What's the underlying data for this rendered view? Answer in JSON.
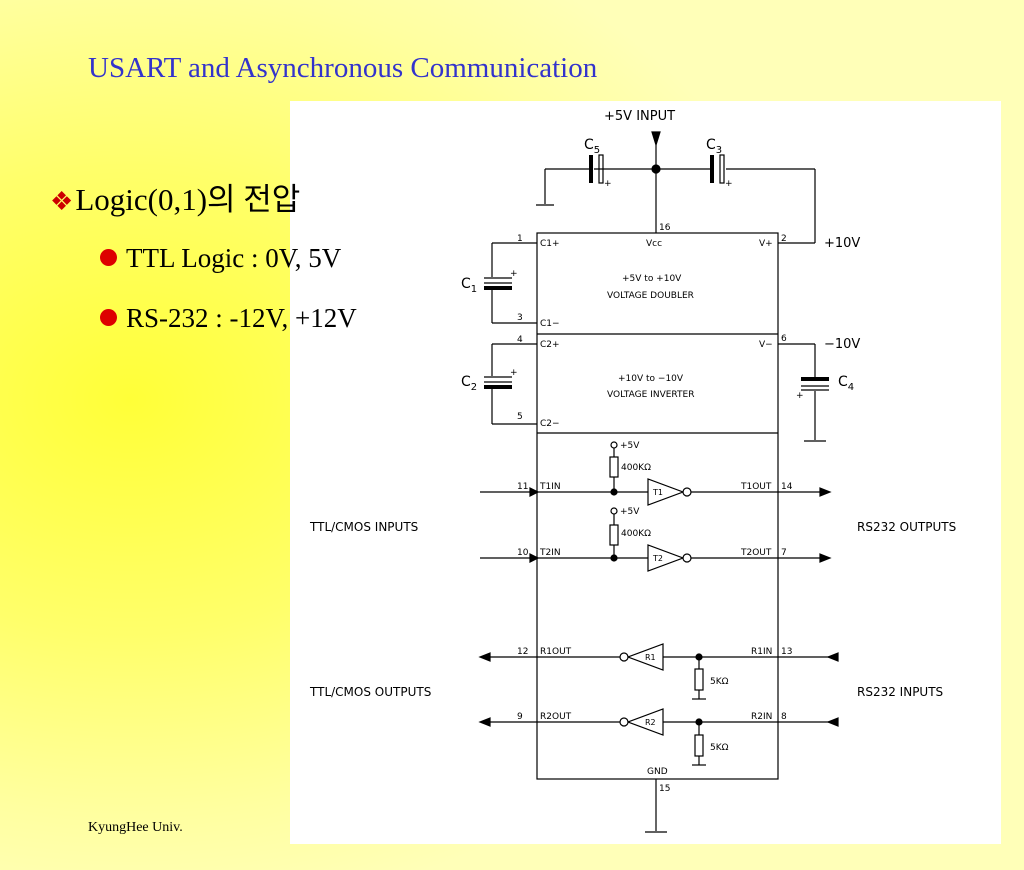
{
  "slide": {
    "title": "USART and Asynchronous Communication",
    "bullet_main": "Logic(0,1)의 전압",
    "bullets": [
      "TTL Logic : 0V, 5V",
      "RS-232 : -12V, +12V"
    ],
    "footer": "KyungHee Univ."
  },
  "circuit": {
    "input_label": "+5V  INPUT",
    "c5": "C",
    "c5_sub": "5",
    "c3": "C",
    "c3_sub": "3",
    "c1": "C",
    "c1_sub": "1",
    "c2": "C",
    "c2_sub": "2",
    "c4": "C",
    "c4_sub": "4",
    "plus": "+",
    "pin16": "16",
    "pin1": "1",
    "pin2": "2",
    "pin3": "3",
    "pin4": "4",
    "pin5": "5",
    "pin6": "6",
    "pin11": "11",
    "pin14": "14",
    "pin10": "10",
    "pin7": "7",
    "pin12": "12",
    "pin13": "13",
    "pin9": "9",
    "pin8": "8",
    "pin15": "15",
    "c1p": "C1+",
    "c1m": "C1−",
    "c2p": "C2+",
    "c2m": "C2−",
    "vcc": "Vcc",
    "vplus": "V+",
    "vminus": "V−",
    "gnd": "GND",
    "plus10": "+10V",
    "minus10": "−10V",
    "doubler_1": "+5V  to  +10V",
    "doubler_2": "VOLTAGE  DOUBLER",
    "inverter_1": "+10V  to  −10V",
    "inverter_2": "VOLTAGE  INVERTER",
    "plus5v": "+5V",
    "res400": "400KΩ",
    "res5k": "5KΩ",
    "t1in": "T1IN",
    "t2in": "T2IN",
    "t1out": "T1OUT",
    "t2out": "T2OUT",
    "r1out": "R1OUT",
    "r2out": "R2OUT",
    "r1in": "R1IN",
    "r2in": "R2IN",
    "t1": "T1",
    "t2": "T2",
    "r1": "R1",
    "r2": "R2",
    "ttl_in": "TTL/CMOS  INPUTS",
    "ttl_out": "TTL/CMOS  OUTPUTS",
    "rs_out": "RS232  OUTPUTS",
    "rs_in": "RS232  INPUTS"
  }
}
